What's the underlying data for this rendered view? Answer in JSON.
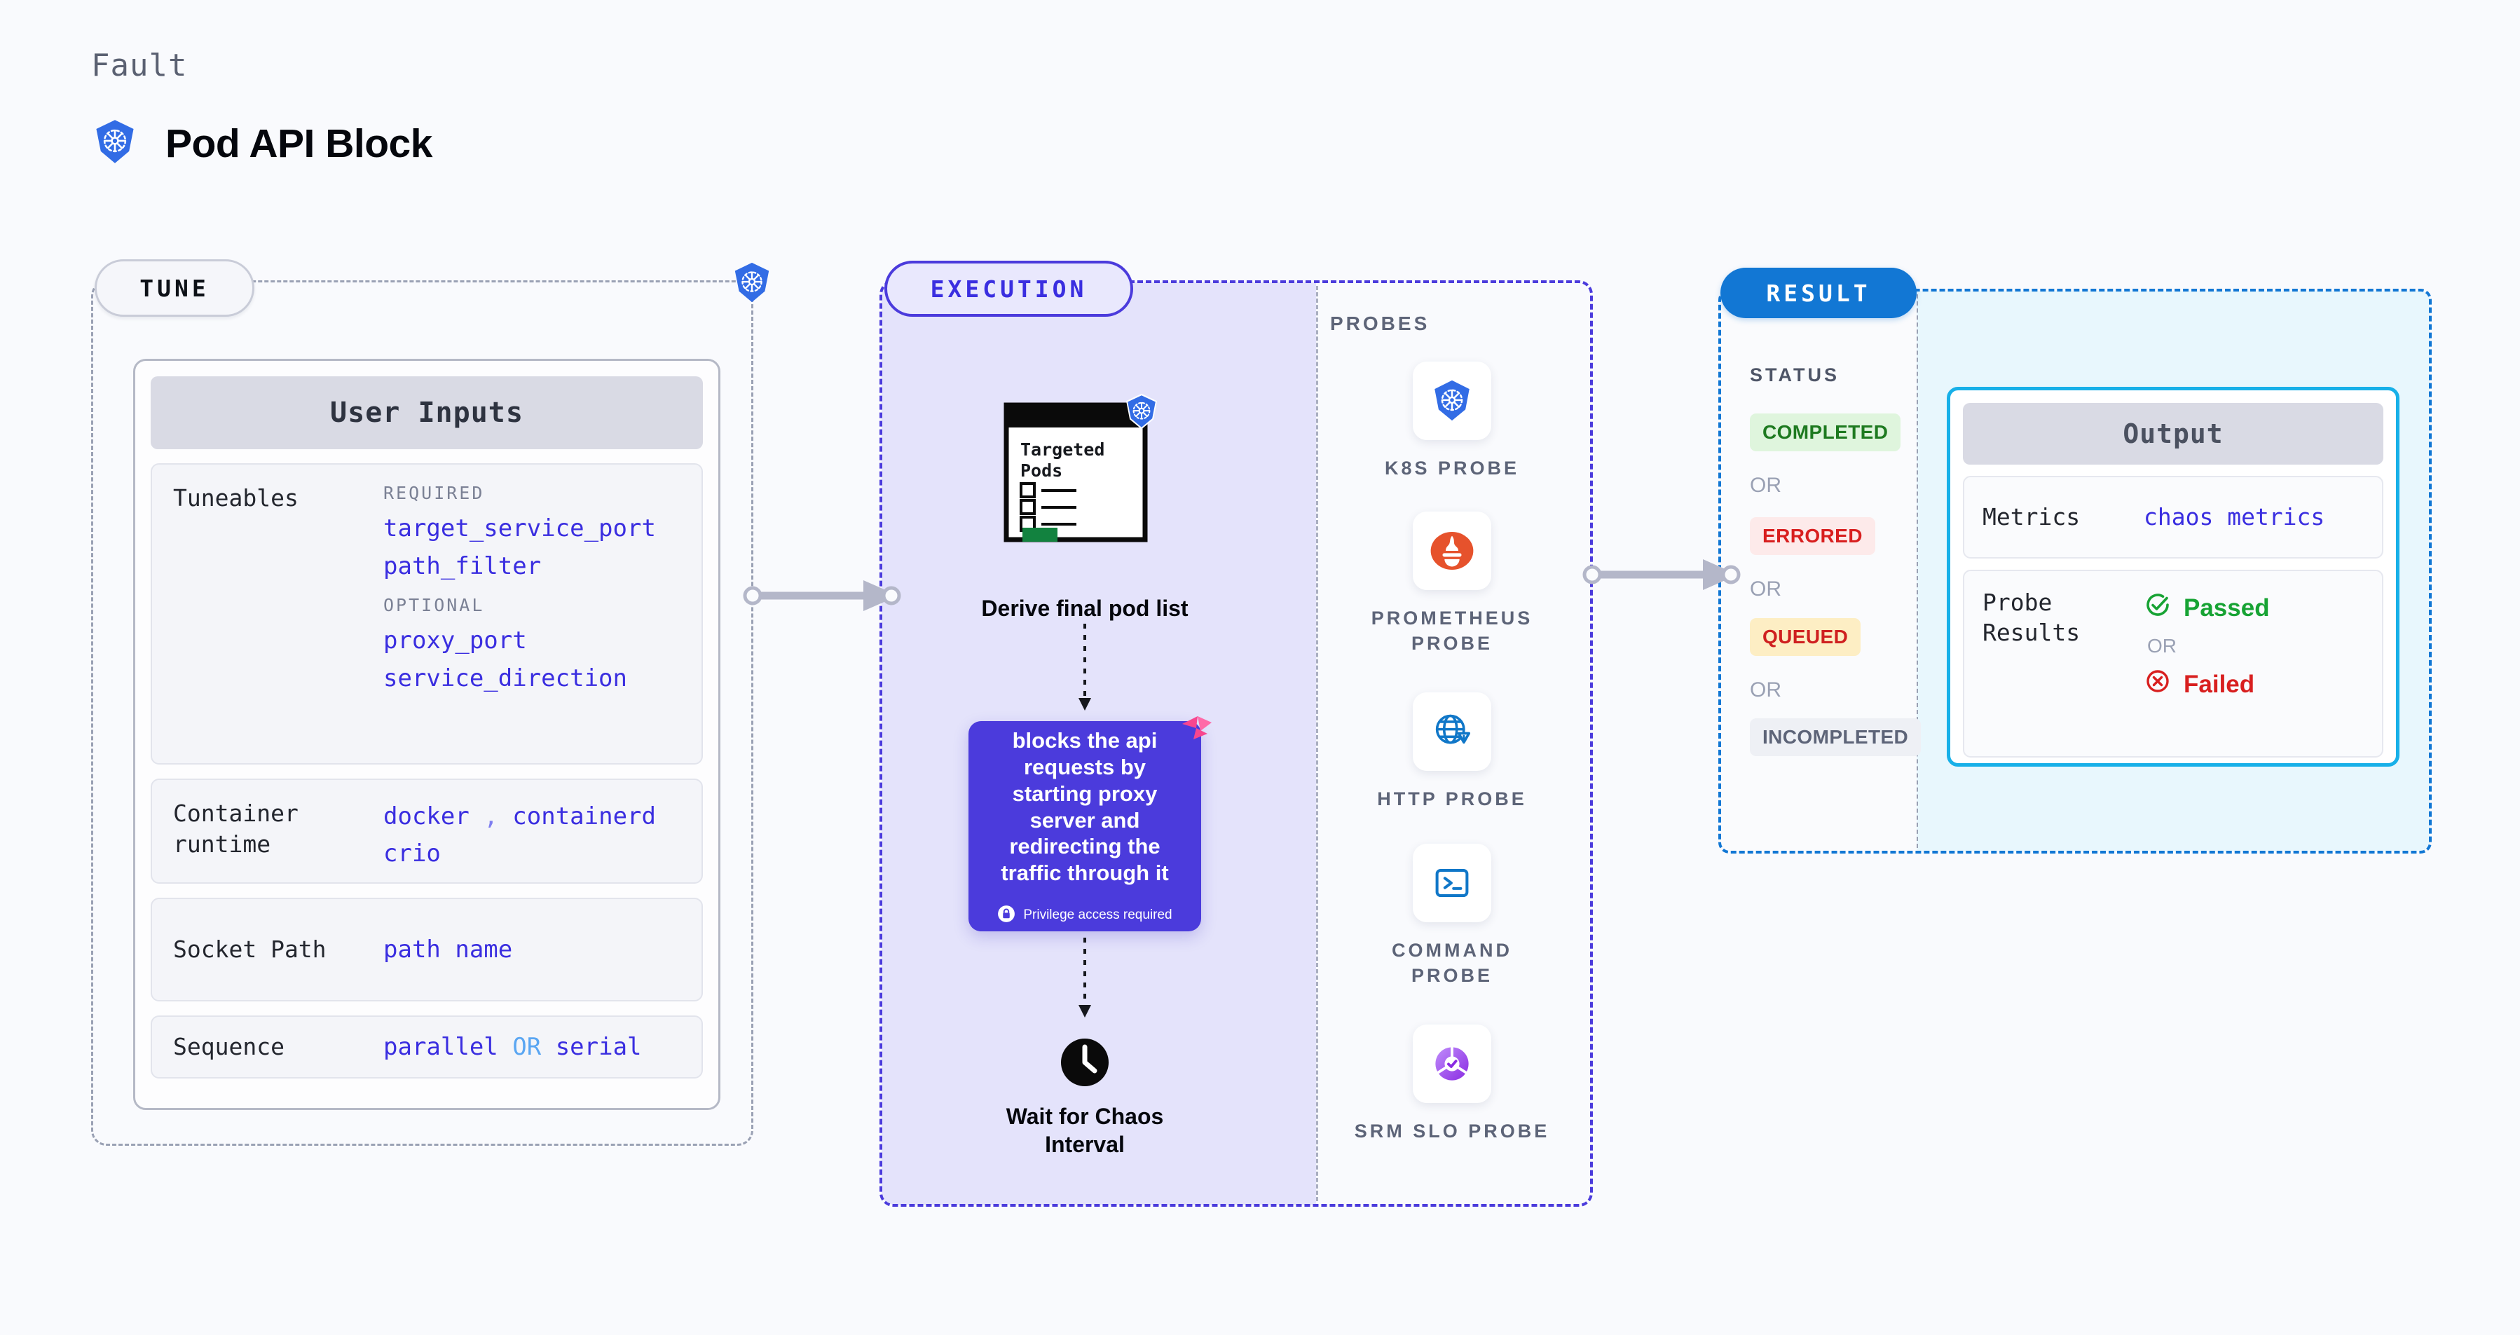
{
  "header": {
    "eyebrow": "Fault",
    "title": "Pod API Block",
    "icon": "kubernetes-icon"
  },
  "tune": {
    "tag": "TUNE",
    "card_title": "User Inputs",
    "rows": [
      {
        "key": "Tuneables",
        "required_label": "REQUIRED",
        "required": [
          "target_service_port",
          "path_filter"
        ],
        "optional_label": "OPTIONAL",
        "optional": [
          "proxy_port",
          "service_direction"
        ]
      },
      {
        "key": "Container runtime",
        "values_line1": [
          "docker",
          "containerd"
        ],
        "separator": ",",
        "values_line2": [
          "crio"
        ]
      },
      {
        "key": "Socket Path",
        "value": "path name"
      },
      {
        "key": "Sequence",
        "value_left": "parallel",
        "or": "OR",
        "value_right": "serial"
      }
    ]
  },
  "execution": {
    "tag": "EXECUTION",
    "nodes": {
      "targeted_pods_title": "Targeted\nPods",
      "derive_caption": "Derive final pod list",
      "action_text": "blocks the api requests by starting proxy server and redirecting the traffic through it",
      "privilege_note": "Privilege access required",
      "wait_caption": "Wait for Chaos Interval"
    },
    "probes_heading": "PROBES",
    "probes": [
      {
        "label": "K8S PROBE",
        "icon": "kubernetes-icon"
      },
      {
        "label": "PROMETHEUS PROBE",
        "icon": "prometheus-icon"
      },
      {
        "label": "HTTP PROBE",
        "icon": "globe-warning-icon"
      },
      {
        "label": "COMMAND PROBE",
        "icon": "terminal-icon"
      },
      {
        "label": "SRM SLO PROBE",
        "icon": "slo-gauge-icon"
      }
    ]
  },
  "result": {
    "tag": "RESULT",
    "status_heading": "STATUS",
    "or_label": "OR",
    "statuses": [
      {
        "label": "COMPLETED",
        "fg": "#1e7a20",
        "bg": "#dff5dd"
      },
      {
        "label": "ERRORED",
        "fg": "#d81f1f",
        "bg": "#fdeaea"
      },
      {
        "label": "QUEUED",
        "fg": "#cf2020",
        "bg": "#fdeec4"
      },
      {
        "label": "INCOMPLETED",
        "fg": "#5d6478",
        "bg": "#eef0f5"
      }
    ],
    "output": {
      "card_title": "Output",
      "rows": [
        {
          "key": "Metrics",
          "value": "chaos metrics"
        },
        {
          "key": "Probe Results",
          "pass": "Passed",
          "or": "OR",
          "fail": "Failed"
        }
      ]
    }
  },
  "colors": {
    "background": "#f9fafd",
    "indigo": "#3a2ee0",
    "execution_border": "#4b3bdc",
    "execution_fill": "#e4e3fb",
    "result_border": "#1277d4",
    "output_border": "#17b0e8",
    "output_fill": "#e8f7fd",
    "k8s_blue": "#326ce5",
    "connector_gray": "#b4b7c9"
  }
}
